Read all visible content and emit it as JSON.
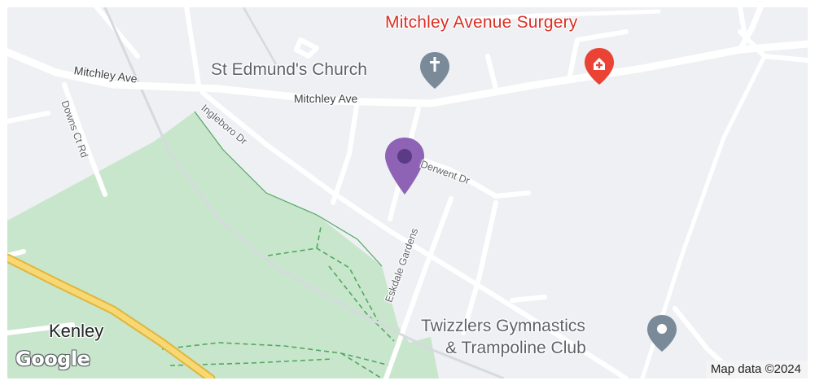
{
  "map": {
    "streets": {
      "mitchley_ave_west": "Mitchley Ave",
      "mitchley_ave_east": "Mitchley Ave",
      "ingleboro_dr": "Ingleboro Dr",
      "downs_ct_rd": "Downs Ct Rd",
      "derwent_dr": "Derwent Dr",
      "eskdale_gardens": "Eskdale Gardens"
    },
    "pois": {
      "surgery": {
        "name": "Mitchley Avenue Surgery",
        "icon": "medical-icon",
        "color": "#d93025"
      },
      "church": {
        "name": "St Edmund's Church",
        "icon": "church-icon",
        "color": "#5f6368"
      },
      "gymnastics": {
        "line1": "Twizzlers Gymnastics",
        "line2": "& Trampoline Club",
        "icon": "place-icon",
        "color": "#5f6368"
      }
    },
    "places": {
      "kenley": "Kenley"
    },
    "selected_marker": {
      "icon": "location-pin-icon",
      "color": "#8e63b5"
    },
    "colors": {
      "park": "#c8e6cc",
      "road": "#ffffff",
      "background": "#eef0f3",
      "highway": "#f2c94c"
    }
  },
  "branding": {
    "logo": "Google"
  },
  "attribution": "Map data ©2024"
}
